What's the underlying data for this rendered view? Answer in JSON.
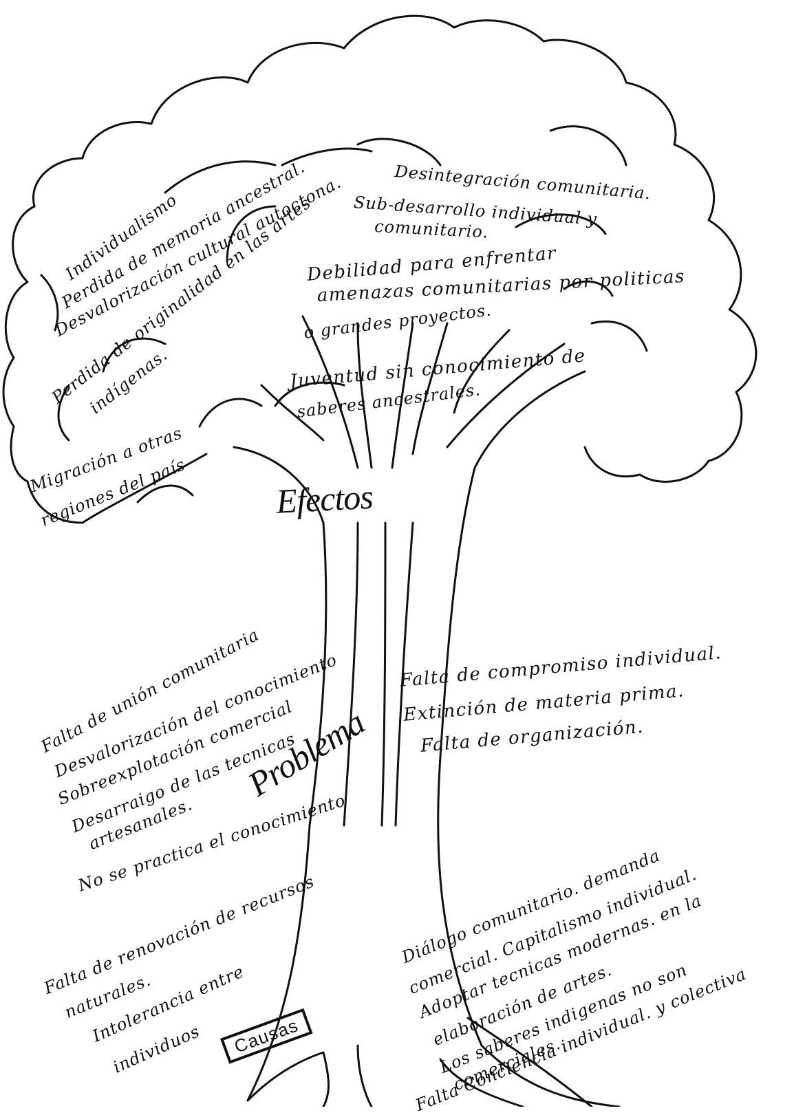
{
  "effects": {
    "title": "Efectos",
    "items": [
      "Individualismo",
      "Perdida de memoria ancestral.",
      "Desvalorización cultural autoctona.",
      "Perdida de originalidad en las artes",
      "indígenas.",
      "Desintegración comunitaria.",
      "Sub-desarrollo individual y",
      "comunitario.",
      "Debilidad para enfrentar",
      "amenazas comunitarias por politicas",
      "o grandes proyectos.",
      "Juventud sin conocimiento de",
      "saberes ancestrales.",
      "Migración a otras",
      "regiones del país"
    ]
  },
  "problem": {
    "title": "Problema",
    "items": [
      "Falta de unión comunitaria",
      "Desvalorización del conocimiento",
      "Sobreexplotación comercial",
      "Desarraigo de las tecnicas",
      "artesanales.",
      "No se practica el conocimiento",
      "Falta de compromiso individual.",
      "Extinción de materia prima.",
      "Falta de organización."
    ]
  },
  "causes": {
    "title": "Causas",
    "items": [
      "Falta de renovación de recursos",
      "naturales.",
      "Intolerancia entre",
      "individuos",
      "Diálogo comunitario. demanda",
      "comercial. Capitalismo individual.",
      "Adoptar tecnicas modernas. en la",
      "elaboración de artes.",
      "Los saberes indigenas no son",
      "comerciales.",
      "Falta Conciencia individual. y colectiva"
    ]
  }
}
